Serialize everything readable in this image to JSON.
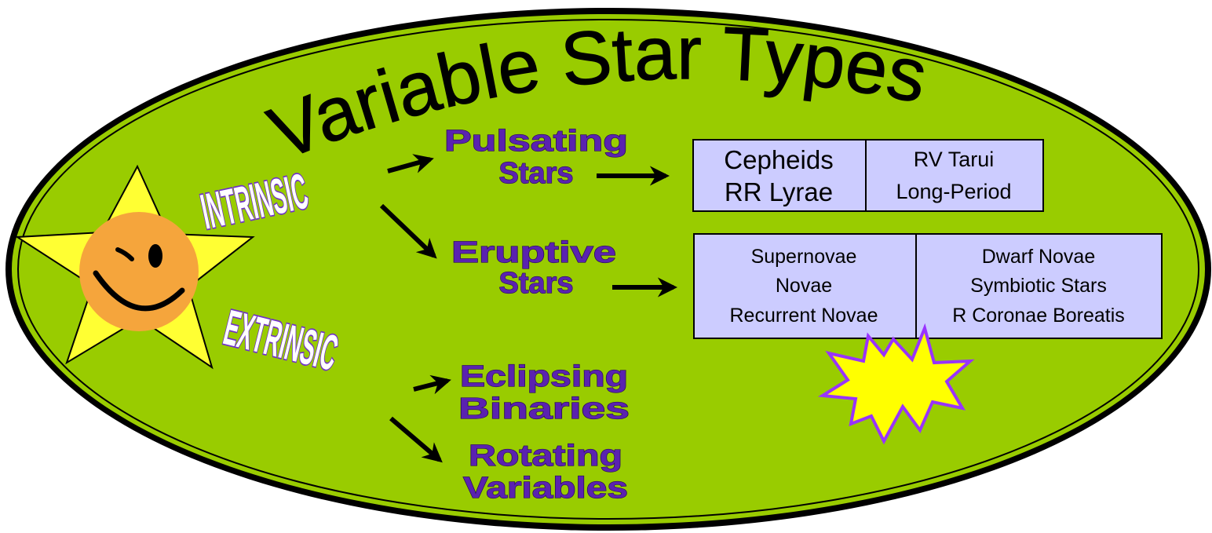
{
  "diagram": {
    "title": "Variable Star Types",
    "branches": [
      {
        "label": "INTRINSIC",
        "categories": [
          {
            "lines": [
              "Pulsating",
              "Stars"
            ],
            "examples": [
              [
                "Cepheids",
                "RR Lyrae"
              ],
              [
                "RV Tarui",
                "Long-Period"
              ]
            ]
          },
          {
            "lines": [
              "Eruptive",
              "Stars"
            ],
            "examples": [
              [
                "Supernovae",
                "Novae",
                "Recurrent Novae"
              ],
              [
                "Dwarf Novae",
                "Symbiotic Stars",
                "R Coronae Boreatis"
              ]
            ]
          }
        ]
      },
      {
        "label": "EXTRINSIC",
        "categories": [
          {
            "lines": [
              "Eclipsing",
              "Binaries"
            ]
          },
          {
            "lines": [
              "Rotating",
              "Variables"
            ]
          }
        ]
      }
    ],
    "colors": {
      "background": "#99cc00",
      "ellipse_outline": "#000000",
      "box_fill": "#ccccff",
      "star_fill": "#ffff33",
      "face_fill": "#f5a53c",
      "burst_fill": "#ffff00",
      "burst_outline": "#9933ff",
      "category_text": "#5a22b0"
    },
    "icons": [
      "winking-star-icon",
      "starburst-icon",
      "arrow-icon"
    ]
  }
}
